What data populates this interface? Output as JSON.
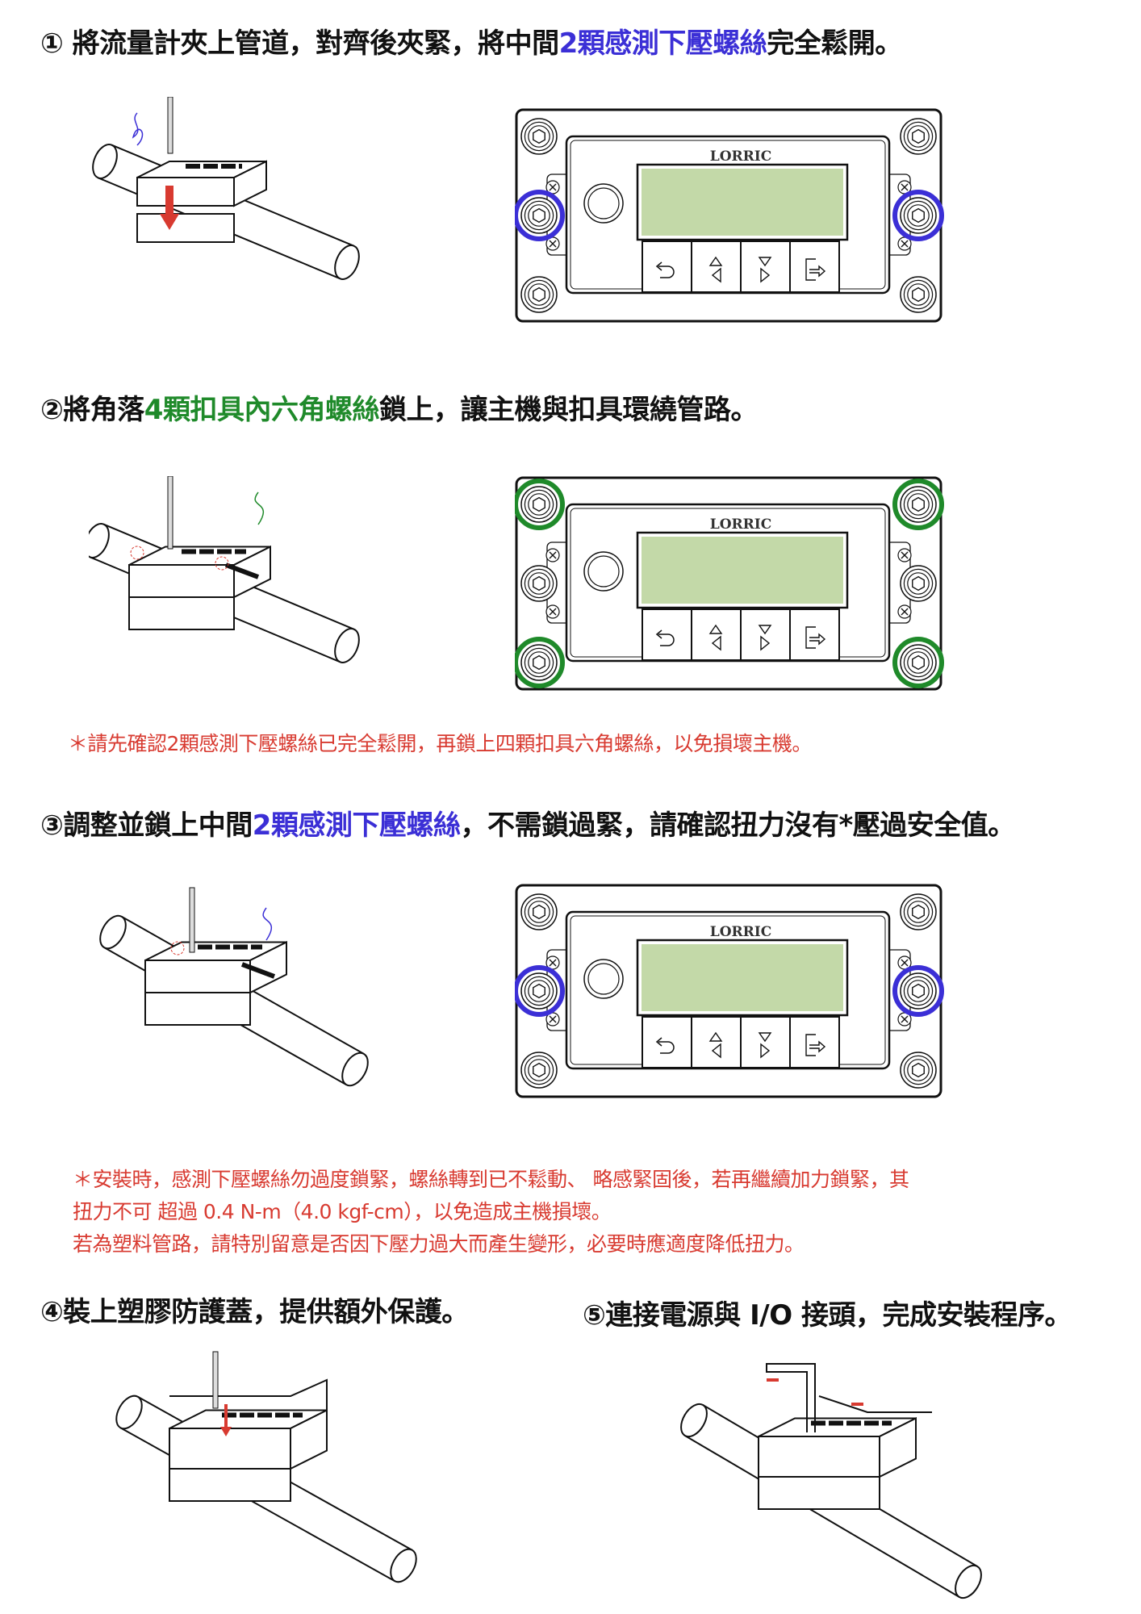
{
  "colors": {
    "blue": "#3b2fd6",
    "green": "#1f8a2a",
    "red": "#d83a30",
    "lcd": "#c3d9a8",
    "text": "#111111"
  },
  "steps": [
    {
      "num": "①",
      "pre": " 將流量計夾上管道，對齊後夾緊，將中間",
      "hl": "2顆感測下壓螺絲",
      "post": "完全鬆開。",
      "hl_color": "blue"
    },
    {
      "num": "②",
      "pre": "將角落",
      "hl": "4顆扣具內六角螺絲",
      "post": "鎖上，讓主機與扣具環繞管路。",
      "hl_color": "green"
    },
    {
      "num": "③",
      "pre": "調整並鎖上中間",
      "hl": "2顆感測下壓螺絲",
      "post": "，不需鎖過緊，請確認扭力沒有*壓過安全值。",
      "hl_color": "blue"
    },
    {
      "num": "④",
      "pre": "裝上塑膠防護蓋，提供額外保護。",
      "hl": "",
      "post": ""
    },
    {
      "num": "⑤",
      "pre": "連接電源與 I/O 接頭，完成安裝程序。",
      "hl": "",
      "post": ""
    }
  ],
  "notes": {
    "note1": "＊請先確認2顆感測下壓螺絲已完全鬆開，再鎖上四顆扣具六角螺絲，以免損壞主機。",
    "note2": [
      "＊安裝時，感測下壓螺絲勿過度鎖緊，螺絲轉到已不鬆動、 略感緊固後，若再繼續加力鎖緊，其",
      "扭力不可 超過 0.4 N-m（4.0 kgf-cm），以免造成主機損壞。",
      "若為塑料管路，請特別留意是否因下壓力過大而產生變形，必要時應適度降低扭力。"
    ]
  },
  "panels": [
    {
      "brand": "LORRIC",
      "highlight": "middle",
      "highlight_color": "blue"
    },
    {
      "brand": "LORRIC",
      "highlight": "corners",
      "highlight_color": "green"
    },
    {
      "brand": "LORRIC",
      "highlight": "middle",
      "highlight_color": "blue"
    }
  ],
  "panel_buttons": [
    "back-icon",
    "up-left-icon",
    "down-right-icon",
    "enter-icon"
  ]
}
